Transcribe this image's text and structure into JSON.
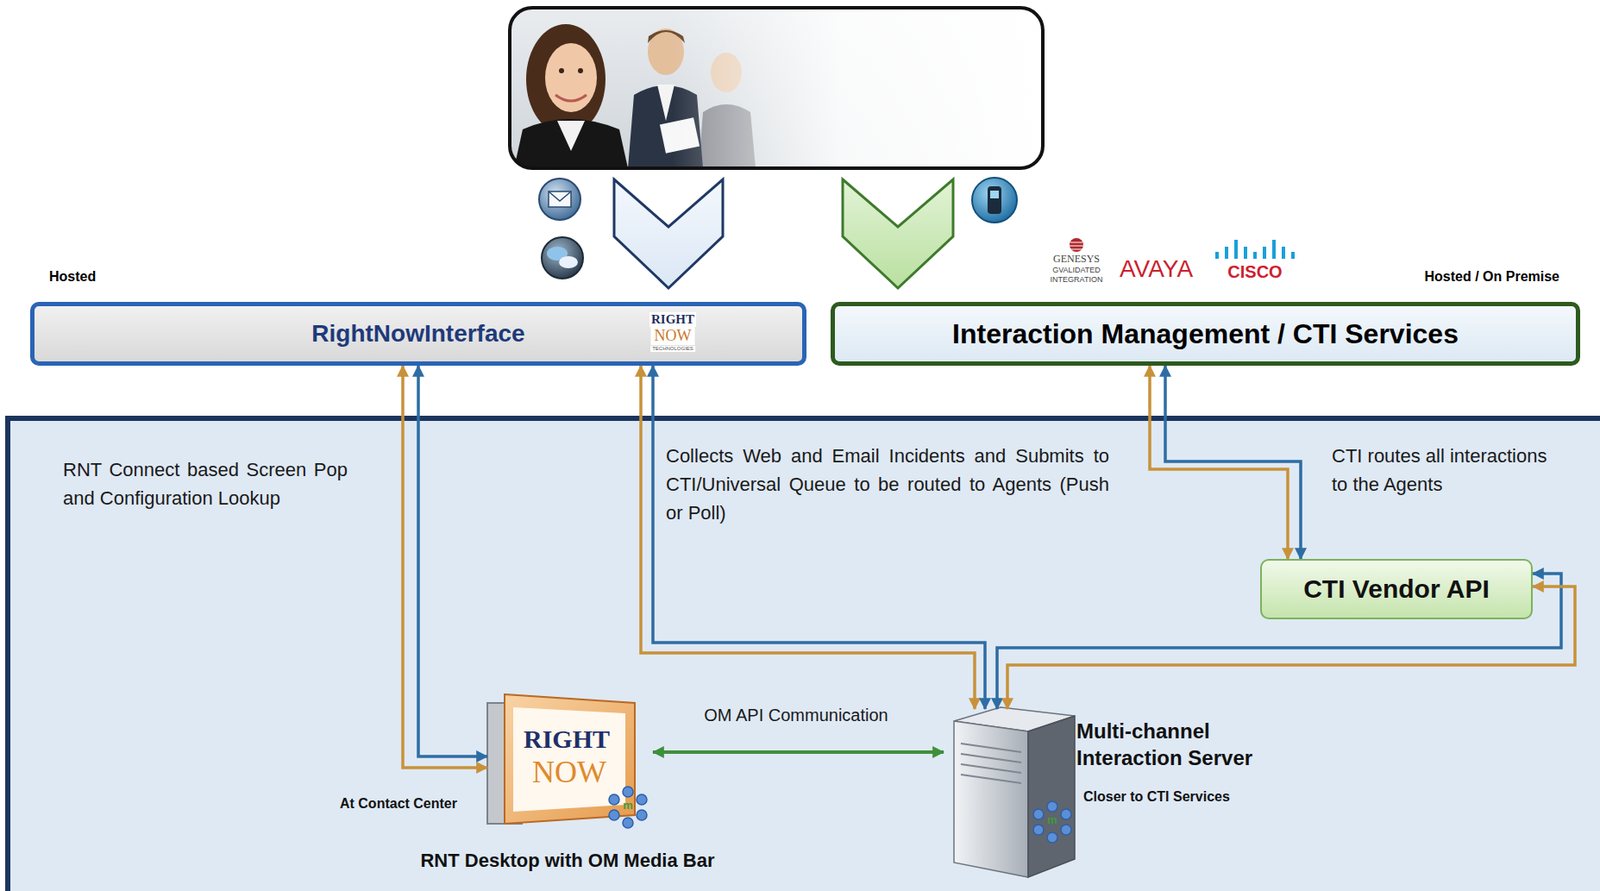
{
  "diagram": {
    "nodes": [
      {
        "text": [
          "RightNowInterface"
        ]
      },
      {
        "text": [
          "Interaction Management / CTI Services"
        ]
      },
      {
        "text": [
          "CTI Vendor API"
        ]
      },
      {
        "text": [
          "RNT Desktop with OM Media Bar",
          "At Contact Center"
        ]
      },
      {
        "text": [
          "Multi-channel Interaction Server",
          "Closer to CTI Services"
        ]
      }
    ],
    "edges": [
      {
        "from": 0,
        "to": 3,
        "label": "RNT Connect based Screen Pop and Configuration Lookup",
        "arrow": "both"
      },
      {
        "from": 0,
        "to": 4,
        "label": "Collects Web and Email Incidents and Submits to CTI/Universal Queue to be routed to Agents (Push or Poll)",
        "arrow": "both"
      },
      {
        "from": 1,
        "to": 2,
        "label": "CTI routes all interactions to the Agents",
        "arrow": "both"
      },
      {
        "from": 2,
        "to": 4,
        "arrow": "both"
      },
      {
        "from": 3,
        "to": 4,
        "label": "OM API Communication",
        "arrow": "both"
      }
    ],
    "labels": [
      "Hosted",
      "GENESYS",
      "GVALIDATED",
      "INTEGRATION",
      "AVAYA",
      "CISCO",
      "Hosted / On Premise",
      "RIGHT",
      "NOW",
      "TECHNOLOGIES",
      "RIGHT",
      "NOW",
      "m",
      "m"
    ]
  }
}
